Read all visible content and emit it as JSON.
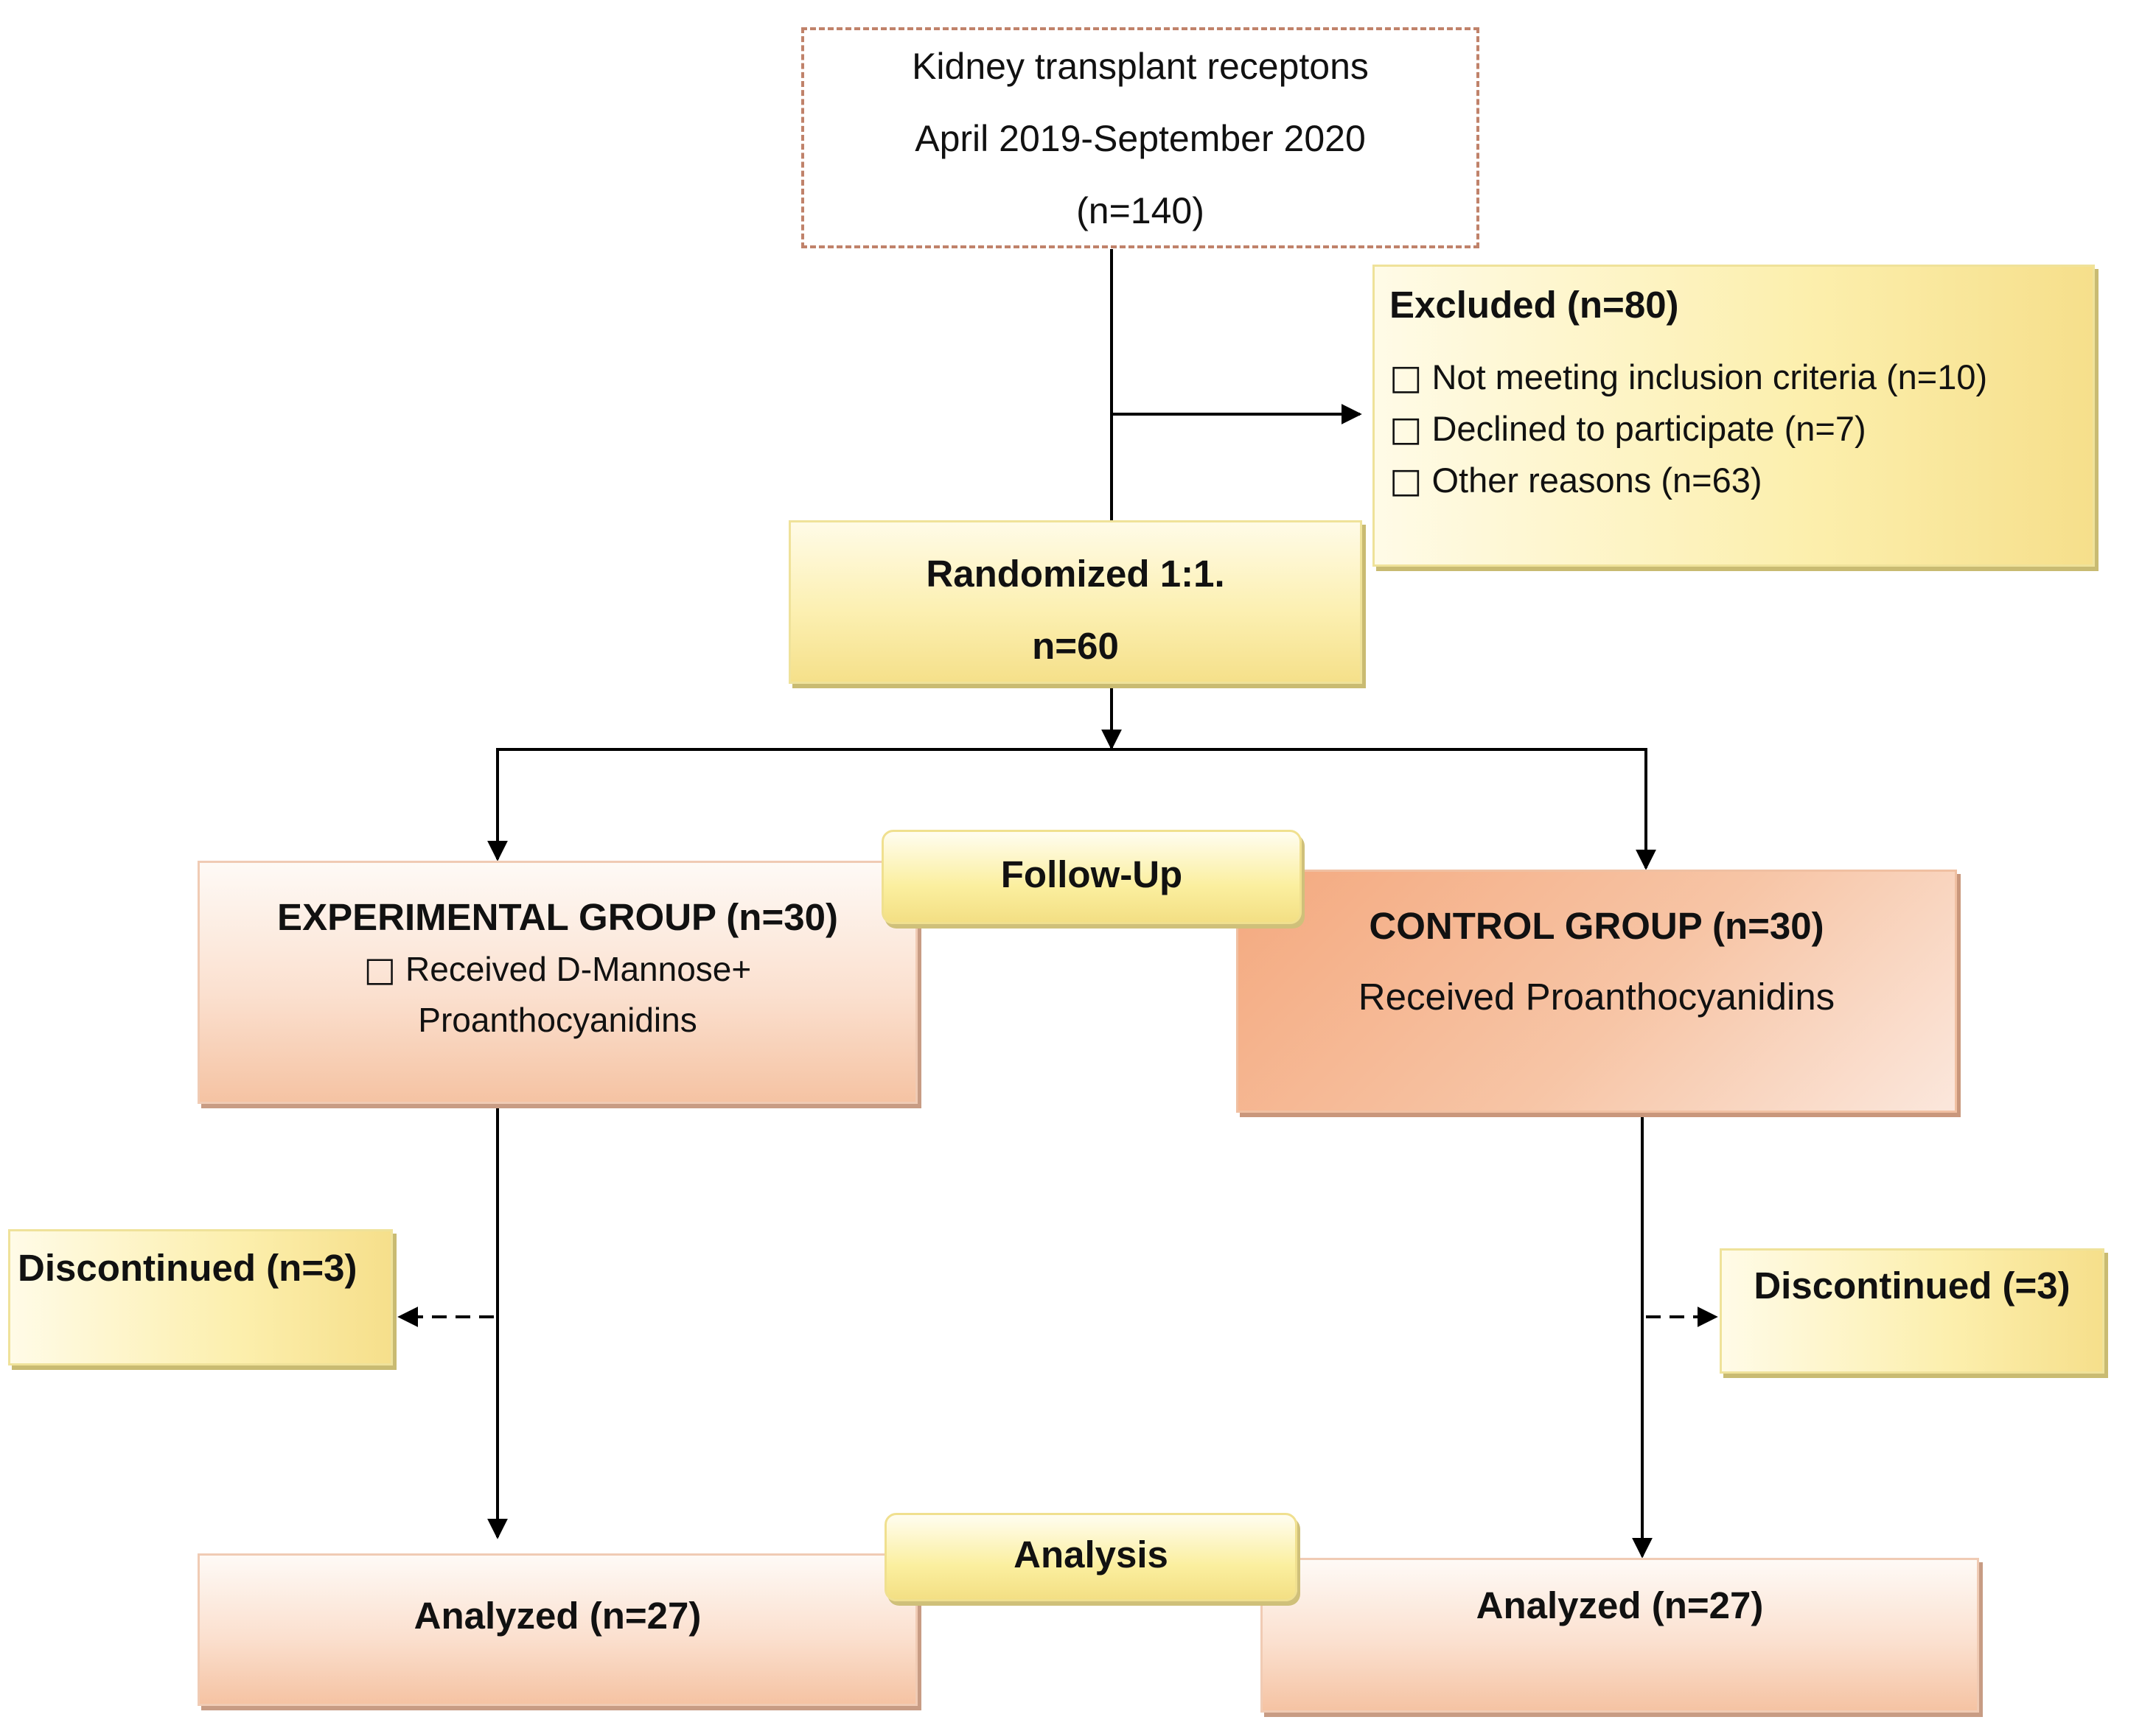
{
  "enrollment": {
    "line1": "Kidney transplant receptons",
    "line2": "April 2019-September 2020",
    "line3": "(n=140)"
  },
  "excluded": {
    "title": "Excluded (n=80)",
    "items": [
      "Not meeting inclusion criteria (n=10)",
      "Declined to participate (n=7)",
      "Other reasons (n=63)"
    ]
  },
  "randomized": {
    "line1": "Randomized 1:1.",
    "line2": "n=60"
  },
  "stages": {
    "follow_up": "Follow-Up",
    "analysis": "Analysis"
  },
  "experimental": {
    "title": "EXPERIMENTAL GROUP (n=30)",
    "line1": "Received D-Mannose+",
    "line2": "Proanthocyanidins",
    "discontinued": "Discontinued (n=3)",
    "analyzed": "Analyzed (n=27)"
  },
  "control": {
    "title": "CONTROL GROUP (n=30)",
    "line1": "Received Proanthocyanidins",
    "discontinued": "Discontinued (=3)",
    "analyzed": "Analyzed (n=27)"
  },
  "colors": {
    "yellow_box": "#fcf0b2",
    "orange_box": "#f7c5a6",
    "dashed_border": "#c0826a",
    "connector": "#000000"
  }
}
